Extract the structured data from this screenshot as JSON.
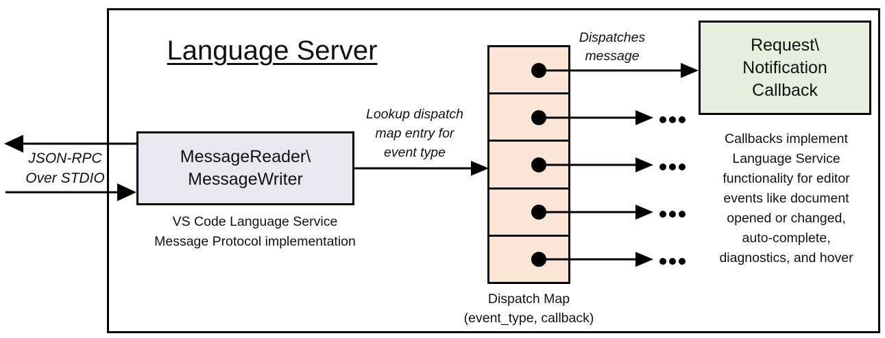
{
  "diagram": {
    "title": "Language Server",
    "io_channel": {
      "label": "JSON-RPC\nOver STDIO"
    },
    "message_box": {
      "label": "MessageReader\\\nMessageWriter",
      "caption": "VS Code Language Service\nMessage Protocol implementation"
    },
    "lookup_arrow_label": "Lookup dispatch\nmap entry for\nevent type",
    "dispatch_map": {
      "rows": 5,
      "caption": "Dispatch Map\n(event_type, callback)"
    },
    "dispatch_arrow_label": "Dispatches\nmessage",
    "callback_box": {
      "label": "Request\\\nNotification\nCallback"
    },
    "callbacks_note": "Callbacks implement\nLanguage Service\nfunctionality for editor\nevents like document\nopened or changed,\nauto-complete,\ndiagnostics, and hover",
    "ellipsis_icon": "..."
  },
  "colors": {
    "message_box_fill": "#e9e8f0",
    "dispatch_cell_fill": "#fbe5d6",
    "callback_box_fill": "#e6eedd",
    "line_color": "#000000"
  }
}
